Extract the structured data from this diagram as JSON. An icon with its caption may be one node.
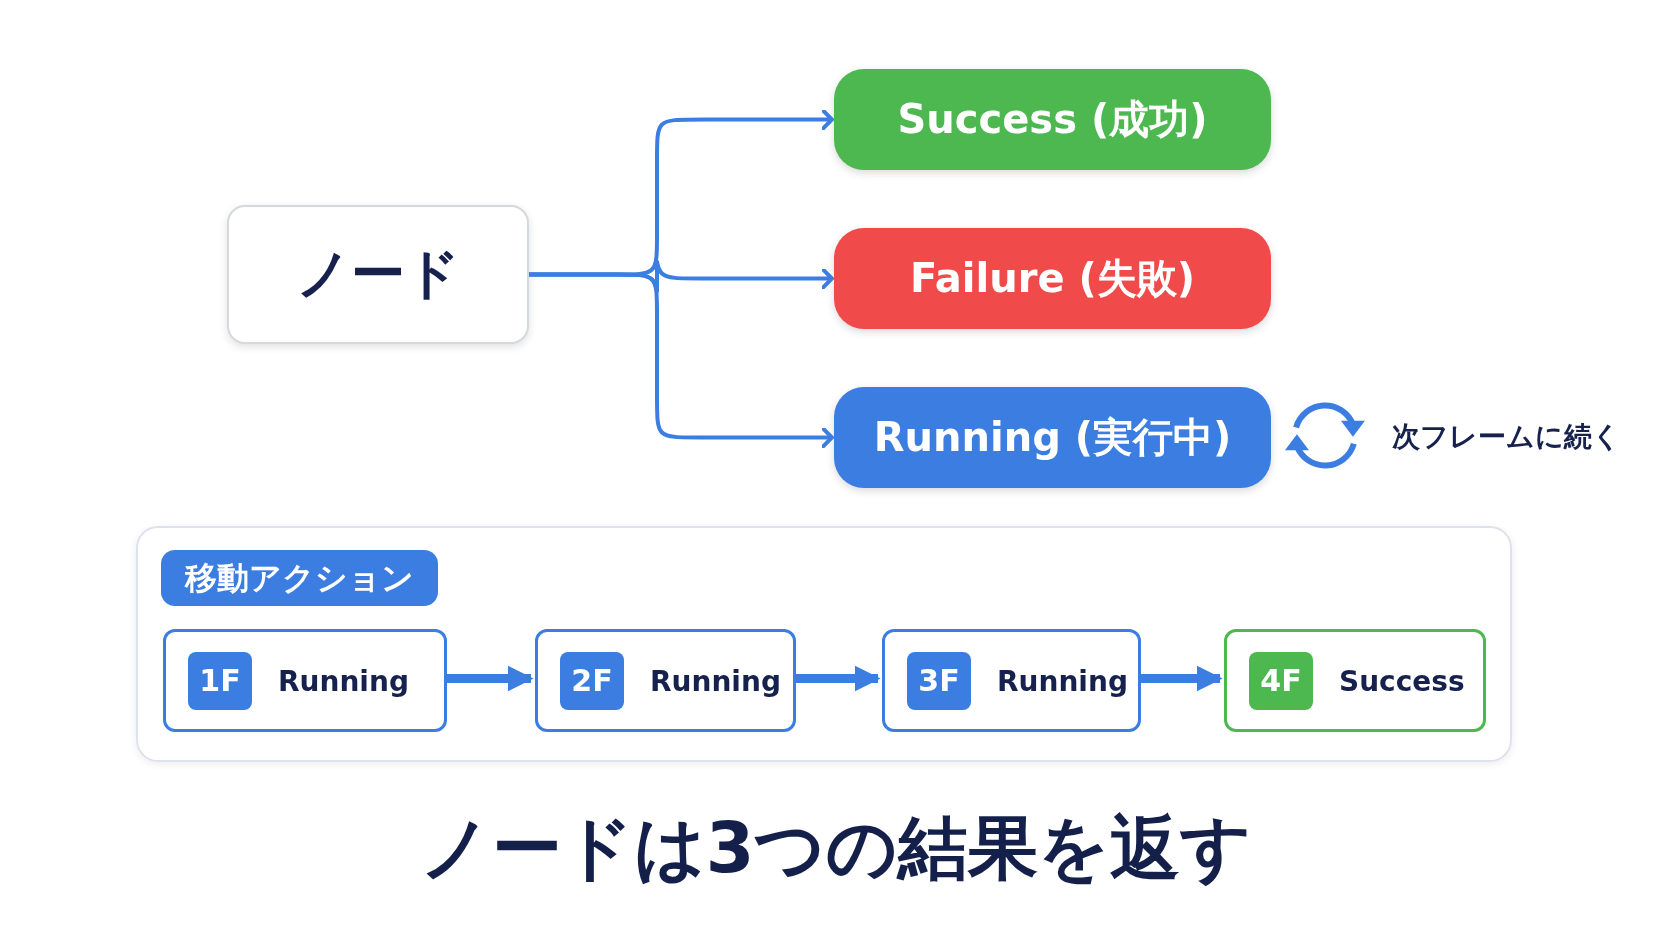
{
  "diagram": {
    "title": "ノードは3つの結果を返す",
    "nodes": [
      {
        "text": [
          "ノード"
        ]
      },
      {
        "text": [
          "Success (成功)"
        ]
      },
      {
        "text": [
          "Failure (失敗)"
        ]
      },
      {
        "text": [
          "Running (実行中)"
        ]
      },
      {
        "text": [
          "移動アクション"
        ]
      },
      {
        "text": [
          "1F",
          "Running"
        ],
        "in": 4
      },
      {
        "text": [
          "2F",
          "Running"
        ],
        "in": 4
      },
      {
        "text": [
          "3F",
          "Running"
        ],
        "in": 4
      },
      {
        "text": [
          "4F",
          "Success"
        ],
        "in": 4
      }
    ],
    "edges": [
      {
        "from": 0,
        "to": 1,
        "arrow": "to"
      },
      {
        "from": 0,
        "to": 2,
        "arrow": "to"
      },
      {
        "from": 0,
        "to": 3,
        "arrow": "to"
      },
      {
        "from": 5,
        "to": 6,
        "arrow": "to",
        "style": "thick"
      },
      {
        "from": 6,
        "to": 7,
        "arrow": "to",
        "style": "thick"
      },
      {
        "from": 7,
        "to": 8,
        "arrow": "to",
        "style": "thick"
      }
    ],
    "labels": [
      "次フレームに続く"
    ]
  }
}
